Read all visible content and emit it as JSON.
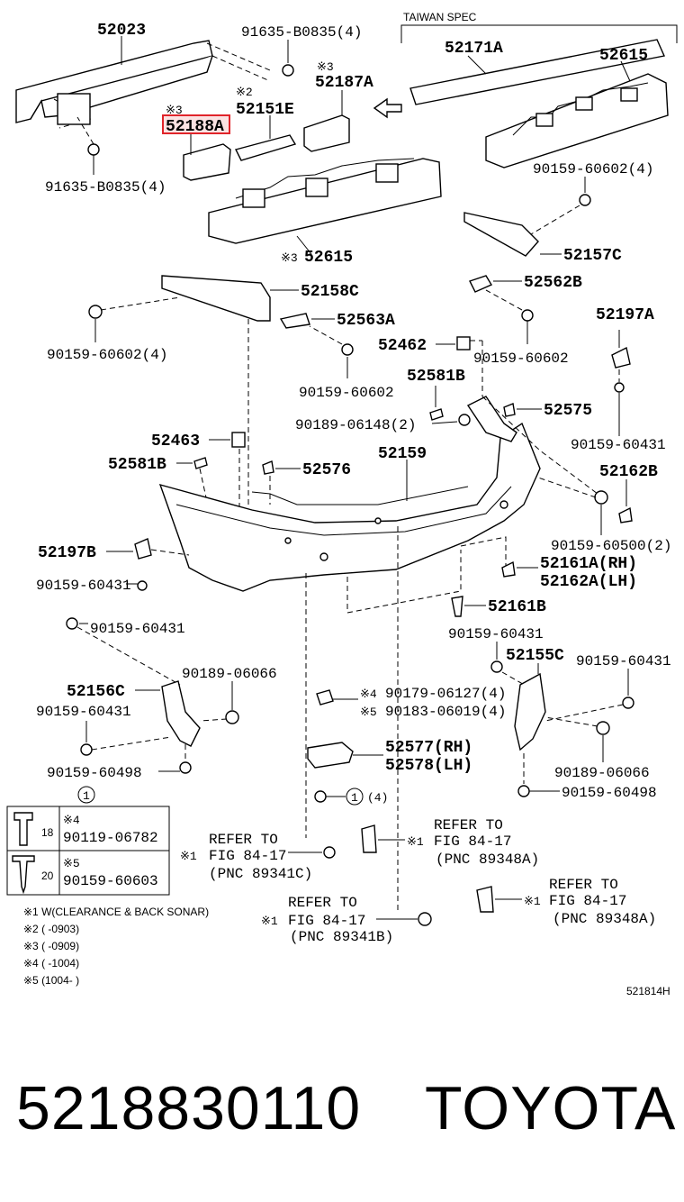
{
  "diagram": {
    "spec_label": "TAIWAN SPEC",
    "highlighted_part": "52188A",
    "labels": {
      "p52023": "52023",
      "p91635a": "91635-B0835(4)",
      "p91635b": "91635-B0835(4)",
      "p52171A": "52171A",
      "p52615a": "52615",
      "p52187A": "52187A",
      "p52151E": "52151E",
      "p52188A": "52188A",
      "p90159_60602a": "90159-60602(4)",
      "p52615b": "52615",
      "p52157C": "52157C",
      "p52158C": "52158C",
      "p52562B": "52562B",
      "p52563A": "52563A",
      "p90159_60602b": "90159-60602(4)",
      "p52197Aa": "52197A",
      "p52462": "52462",
      "p90159_60602c": "90159-60602",
      "p90159_60602d": "90159-60602",
      "p52581Ba": "52581B",
      "p52575": "52575",
      "p90189_06148": "90189-06148(2)",
      "p90159_60431a": "90159-60431",
      "p52463": "52463",
      "p52159": "52159",
      "p52581Bb": "52581B",
      "p52576": "52576",
      "p52162B": "52162B",
      "p90159_60500": "90159-60500(2)",
      "p52197B": "52197B",
      "p52161A": "52161A(RH)",
      "p52162A": "52162A(LH)",
      "p90159_60431b": "90159-60431",
      "p52161B": "52161B",
      "p90159_60431c": "90159-60431",
      "p90159_60431d": "90159-60431",
      "p52155C": "52155C",
      "p90159_60431e": "90159-60431",
      "p52156C": "52156C",
      "p90189_06066a": "90189-06066",
      "p90159_60431f": "90159-60431",
      "p90179_06127": "90179-06127(4)",
      "p90183_06019": "90183-06019(4)",
      "p90189_06066b": "90189-06066",
      "p90159_60498a": "90159-60498",
      "p52577": "52577(RH)",
      "p52578": "52578(LH)",
      "p90159_60498b": "90159-60498",
      "p_circle1_qty": "(4)",
      "p_legend_18": "18",
      "p_legend_20": "20",
      "p_legend_pn1": "90119-06782",
      "p_legend_pn2": "90159-60603",
      "p_diagram_id": "521814H"
    },
    "marks": {
      "m3": "※3",
      "m2": "※2",
      "m4": "※4",
      "m5": "※5",
      "m1": "※1",
      "circle1": "1"
    },
    "refer": {
      "refer_to": "REFER TO",
      "fig": "FIG 84-17",
      "pnc_89341C": "(PNC 89341C)",
      "pnc_89348A": "(PNC 89348A)",
      "pnc_89341B": "(PNC 89341B)"
    },
    "notes": {
      "n1": "※1 W(CLEARANCE & BACK SONAR)",
      "n2": "※2 (       -0903)",
      "n3": "※3 (       -0909)",
      "n4": "※4 (       -1004)",
      "n5": "※5 (1004-        )"
    }
  },
  "footer": {
    "part_number": "5218830110",
    "brand": "TOYOTA"
  }
}
